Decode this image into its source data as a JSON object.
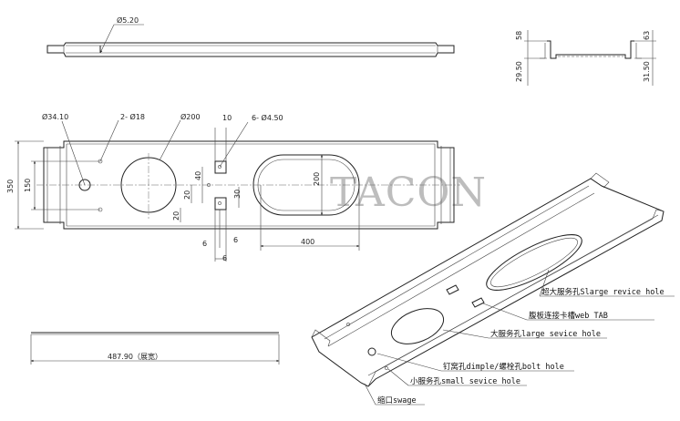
{
  "watermark": "TACON",
  "dimensions": {
    "top_hole": "Ø5.20",
    "profile_left_top": "58",
    "profile_left_bottom": "29.50",
    "profile_right_top": "63",
    "profile_right_bottom": "31.50",
    "hole_34": "Ø34.10",
    "holes_18": "2- Ø18",
    "hole_200": "Ø200",
    "slot_w": "10",
    "holes_450": "6- Ø4.50",
    "width_350": "350",
    "width_150": "150",
    "d40": "40",
    "d20a": "20",
    "d30": "30",
    "d20b": "20",
    "d6a": "6",
    "d6b": "6",
    "d6c": "6",
    "oval_h": "200",
    "oval_l": "400",
    "length": "487.90（展宽）"
  },
  "callouts": {
    "large_revice_hole": "超大服务孔Slarge revice hole",
    "web_tab": "腹板连接卡槽web TAB",
    "large_sevice_hole": "大服务孔large sevice hole",
    "dimple_bolt": "钉窝孔dimple/螺栓孔bolt hole",
    "small_sevice_hole": "小服务孔small sevice hole",
    "swage": "缩口swage"
  }
}
